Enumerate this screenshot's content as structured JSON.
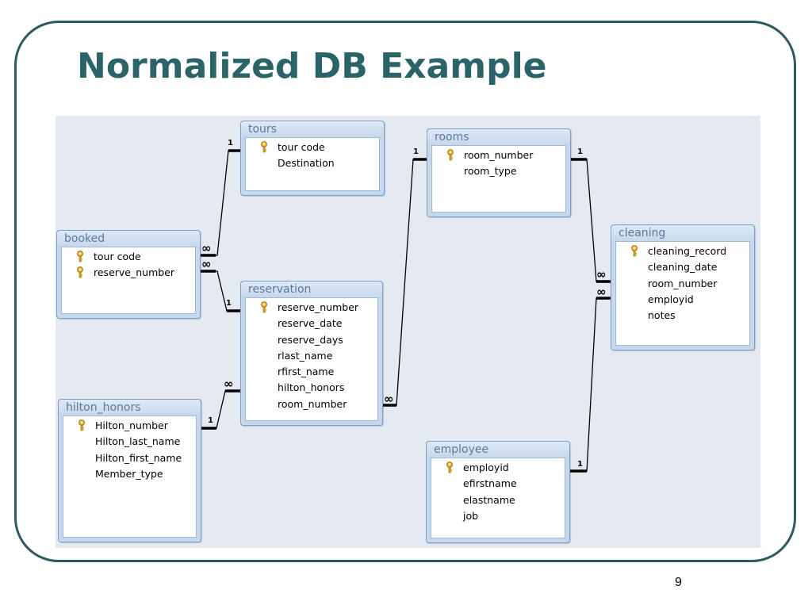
{
  "slide": {
    "title": "Normalized DB Example",
    "page_number": "9"
  },
  "tables": [
    {
      "id": "tours",
      "name": "tours",
      "fields": [
        {
          "name": "tour code",
          "key": true
        },
        {
          "name": "Destination",
          "key": false
        }
      ]
    },
    {
      "id": "rooms",
      "name": "rooms",
      "fields": [
        {
          "name": "room_number",
          "key": true
        },
        {
          "name": "room_type",
          "key": false
        }
      ]
    },
    {
      "id": "booked",
      "name": "booked",
      "fields": [
        {
          "name": "tour code",
          "key": true
        },
        {
          "name": "reserve_number",
          "key": true
        }
      ]
    },
    {
      "id": "cleaning",
      "name": "cleaning",
      "fields": [
        {
          "name": "cleaning_record",
          "key": true
        },
        {
          "name": "cleaning_date",
          "key": false
        },
        {
          "name": "room_number",
          "key": false
        },
        {
          "name": "employid",
          "key": false
        },
        {
          "name": "notes",
          "key": false
        }
      ]
    },
    {
      "id": "reservation",
      "name": "reservation",
      "fields": [
        {
          "name": "reserve_number",
          "key": true
        },
        {
          "name": "reserve_date",
          "key": false
        },
        {
          "name": "reserve_days",
          "key": false
        },
        {
          "name": "rlast_name",
          "key": false
        },
        {
          "name": "rfirst_name",
          "key": false
        },
        {
          "name": "hilton_honors",
          "key": false
        },
        {
          "name": "room_number",
          "key": false
        }
      ]
    },
    {
      "id": "hilton_honors",
      "name": "hilton_honors",
      "fields": [
        {
          "name": "Hilton_number",
          "key": true
        },
        {
          "name": "Hilton_last_name",
          "key": false
        },
        {
          "name": "Hilton_first_name",
          "key": false
        },
        {
          "name": "Member_type",
          "key": false
        }
      ]
    },
    {
      "id": "employee",
      "name": "employee",
      "fields": [
        {
          "name": "employid",
          "key": true
        },
        {
          "name": "efirstname",
          "key": false
        },
        {
          "name": "elastname",
          "key": false
        },
        {
          "name": "job",
          "key": false
        }
      ]
    }
  ],
  "relationships": [
    {
      "from": "tours",
      "one": "1",
      "to": "booked",
      "many": "∞"
    },
    {
      "from": "reservation",
      "one": "1",
      "to": "booked",
      "many": "∞"
    },
    {
      "from": "hilton_honors",
      "one": "1",
      "to": "reservation",
      "many": "∞"
    },
    {
      "from": "rooms",
      "one": "1",
      "to": "reservation",
      "many": "∞"
    },
    {
      "from": "rooms",
      "one": "1",
      "to": "cleaning",
      "many": "∞"
    },
    {
      "from": "employee",
      "one": "1",
      "to": "cleaning",
      "many": "∞"
    }
  ],
  "colors": {
    "title": "#2a6468",
    "frame": "#2f5a60",
    "canvas": "#e5eaf1",
    "table_border": "#7d9fc6",
    "table_header_text": "#5f7897",
    "key_icon": "#d6a21e"
  },
  "icons": {
    "primary_key": "key-icon"
  }
}
